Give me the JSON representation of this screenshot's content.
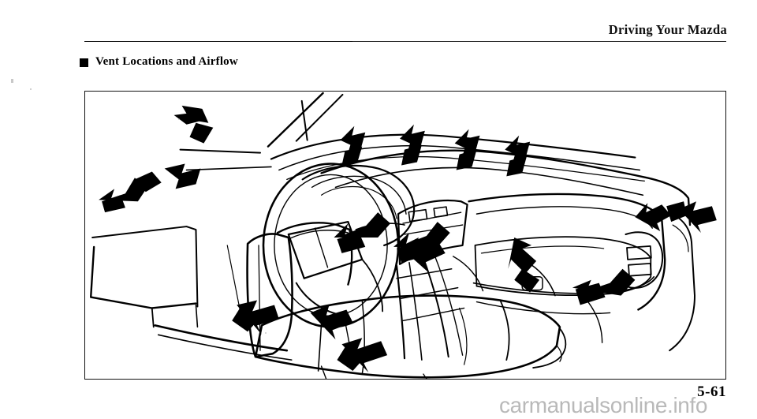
{
  "header": {
    "title": "Driving Your Mazda"
  },
  "section": {
    "bullet": "black-square-bullet",
    "heading": "Vent Locations and Airflow"
  },
  "figure": {
    "name": "vent-locations-and-airflow-illustration",
    "description": "Line drawing of a car interior viewed from the driver side showing the dashboard, steering wheel, center console and front seat, with bold black arrows indicating airflow direction from each vent.",
    "airflow_arrows": [
      {
        "id": "defroster-1",
        "label": "windshield defroster airflow",
        "direction": "up"
      },
      {
        "id": "defroster-2",
        "label": "windshield defroster airflow",
        "direction": "up"
      },
      {
        "id": "defroster-3",
        "label": "windshield defroster airflow",
        "direction": "up"
      },
      {
        "id": "defroster-4",
        "label": "windshield defroster airflow",
        "direction": "up"
      },
      {
        "id": "side-vent-left-upper",
        "label": "left side window demister airflow",
        "direction": "up-left"
      },
      {
        "id": "side-vent-left-lower",
        "label": "left side vent airflow",
        "direction": "down-left"
      },
      {
        "id": "center-vent-left",
        "label": "center vent airflow",
        "direction": "down-left"
      },
      {
        "id": "center-vent-right",
        "label": "center vent airflow",
        "direction": "down-left"
      },
      {
        "id": "side-vent-right-upper",
        "label": "right side window demister airflow",
        "direction": "up-right"
      },
      {
        "id": "side-vent-right-lower",
        "label": "right side vent airflow",
        "direction": "down-left"
      },
      {
        "id": "floor-vent-center",
        "label": "floor vent airflow",
        "direction": "down-left"
      },
      {
        "id": "floor-vent-right",
        "label": "rear floor vent airflow",
        "direction": "down-right"
      },
      {
        "id": "floor-vent-front-left",
        "label": "front footwell airflow",
        "direction": "down-left"
      },
      {
        "id": "floor-vent-rear",
        "label": "rear footwell airflow",
        "direction": "down-left"
      }
    ]
  },
  "footer": {
    "page_number": "5-61",
    "watermark": "carmanualsonline.info"
  },
  "colors": {
    "ink": "#000000",
    "paper": "#ffffff",
    "watermark": "#b9b9b9"
  }
}
